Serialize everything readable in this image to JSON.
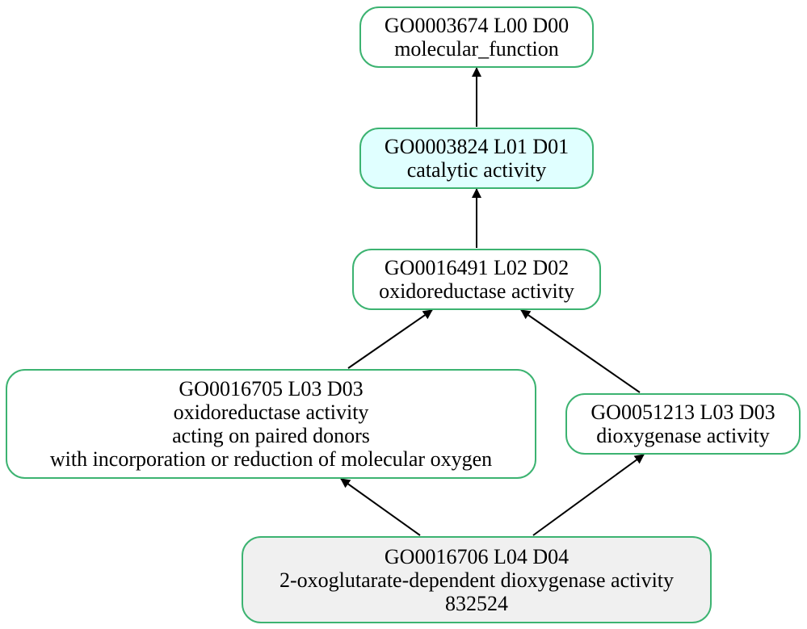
{
  "colors": {
    "node_border": "#3cb371",
    "default_fill": "#ffffff",
    "highlight_fill": "#e0ffff",
    "query_fill": "#f0f0f0",
    "edge": "#000000"
  },
  "nodes": {
    "molecular_function": {
      "id_line": "GO0003674 L00 D00",
      "name": "molecular_function",
      "fill": "#ffffff"
    },
    "catalytic_activity": {
      "id_line": "GO0003824 L01 D01",
      "name": "catalytic activity",
      "fill": "#e0ffff"
    },
    "oxidoreductase_activity": {
      "id_line": "GO0016491 L02 D02",
      "name": "oxidoreductase activity",
      "fill": "#ffffff"
    },
    "paired_donors": {
      "id_line": "GO0016705 L03 D03",
      "name_lines": [
        "oxidoreductase activity",
        "acting on paired donors",
        "with incorporation or reduction of molecular oxygen"
      ],
      "fill": "#ffffff"
    },
    "dioxygenase_activity": {
      "id_line": "GO0051213 L03 D03",
      "name": "dioxygenase activity",
      "fill": "#ffffff"
    },
    "two_og_dioxygenase": {
      "id_line": "GO0016706 L04 D04",
      "name": "2-oxoglutarate-dependent dioxygenase activity",
      "count": "832524",
      "fill": "#f0f0f0"
    }
  },
  "edges": [
    {
      "from": "catalytic_activity",
      "to": "molecular_function"
    },
    {
      "from": "oxidoreductase_activity",
      "to": "catalytic_activity"
    },
    {
      "from": "paired_donors",
      "to": "oxidoreductase_activity"
    },
    {
      "from": "dioxygenase_activity",
      "to": "oxidoreductase_activity"
    },
    {
      "from": "two_og_dioxygenase",
      "to": "paired_donors"
    },
    {
      "from": "two_og_dioxygenase",
      "to": "dioxygenase_activity"
    }
  ]
}
